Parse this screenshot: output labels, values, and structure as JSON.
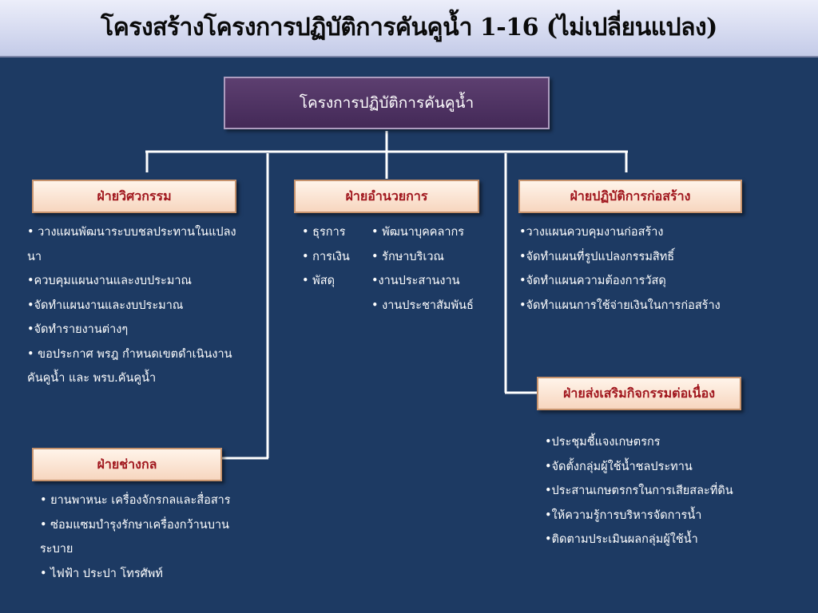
{
  "title": "โครงสร้างโครงการปฏิบัติการคันคูน้ำ 1-16 (ไม่เปลี่ยนแปลง)",
  "root": "โครงการปฏิบัติการคันคูน้ำ",
  "departments": {
    "engineering": {
      "name": "ฝ่ายวิศวกรรม",
      "items": [
        "• วางแผนพัฒนาระบบชลประทานในแปลงนา",
        "•ควบคุมแผนงานและงบประมาณ",
        "•จัดทำแผนงานและงบประมาณ",
        "•จัดทำรายงานต่างๆ",
        "• ขอประกาศ พรฎ กำหนดเขตดำเนินงานคันคูน้ำ และ พรบ.คันคูน้ำ"
      ]
    },
    "admin": {
      "name": "ฝ่ายอำนวยการ",
      "items_left": [
        "• ธุรการ",
        "• การเงิน",
        "• พัสดุ"
      ],
      "items_right": [
        "• พัฒนาบุคคลากร",
        "• รักษาบริเวณ",
        "•งานประสานงาน",
        "• งานประชาสัมพันธ์"
      ]
    },
    "construction": {
      "name": "ฝ่ายปฏิบัติการก่อสร้าง",
      "items": [
        "•วางแผนควบคุมงานก่อสร้าง",
        "•จัดทำแผนที่รูปแปลงกรรมสิทธิ์",
        "•จัดทำแผนความต้องการวัสดุ",
        "•จัดทำแผนการใช้จ่ายเงินในการก่อสร้าง"
      ]
    },
    "promotion": {
      "name": "ฝ่ายส่งเสริมกิจกรรมต่อเนื่อง",
      "items": [
        "•ประชุมชี้แจงเกษตรกร",
        "•จัดตั้งกลุ่มผู้ใช้น้ำชลประทาน",
        "•ประสานเกษตรกรในการเสียสละที่ดิน",
        "•ให้ความรู้การบริหารจัดการน้ำ",
        "•ติดตามประเมินผลกลุ่มผู้ใช้น้ำ"
      ]
    },
    "mechanics": {
      "name": "ฝ่ายช่างกล",
      "items": [
        "•  ยานพาหนะ เครื่องจักรกลและสื่อสาร",
        "• ซ่อมแซมบำรุงรักษาเครื่องกว้านบานระบาย",
        "• ไฟฟ้า ประปา โทรศัพท์"
      ]
    }
  }
}
